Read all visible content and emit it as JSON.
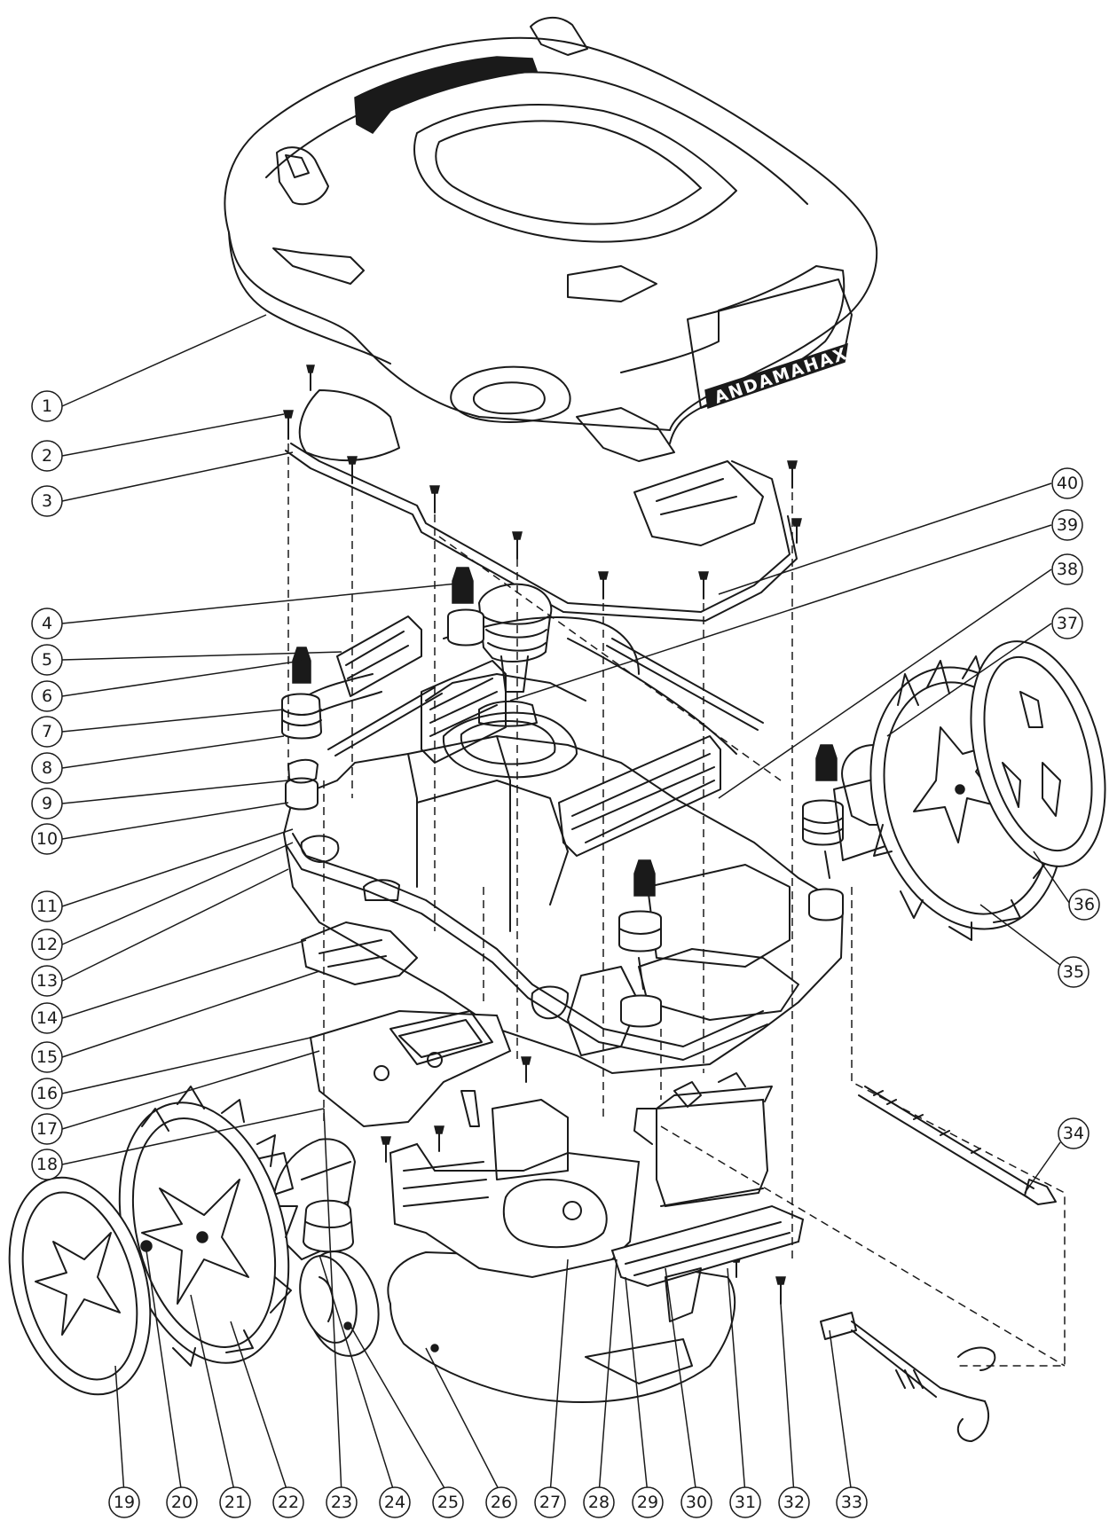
{
  "brand": {
    "text": "ANDAMAHAX"
  },
  "callouts": [
    "1",
    "2",
    "3",
    "4",
    "5",
    "6",
    "7",
    "8",
    "9",
    "10",
    "11",
    "12",
    "13",
    "14",
    "15",
    "16",
    "17",
    "18",
    "19",
    "20",
    "21",
    "22",
    "23",
    "24",
    "25",
    "26",
    "27",
    "28",
    "29",
    "30",
    "31",
    "32",
    "33",
    "34",
    "35",
    "36",
    "37",
    "38",
    "39",
    "40"
  ],
  "colors": {
    "ink": "#1a1a1a",
    "paper": "#ffffff"
  }
}
